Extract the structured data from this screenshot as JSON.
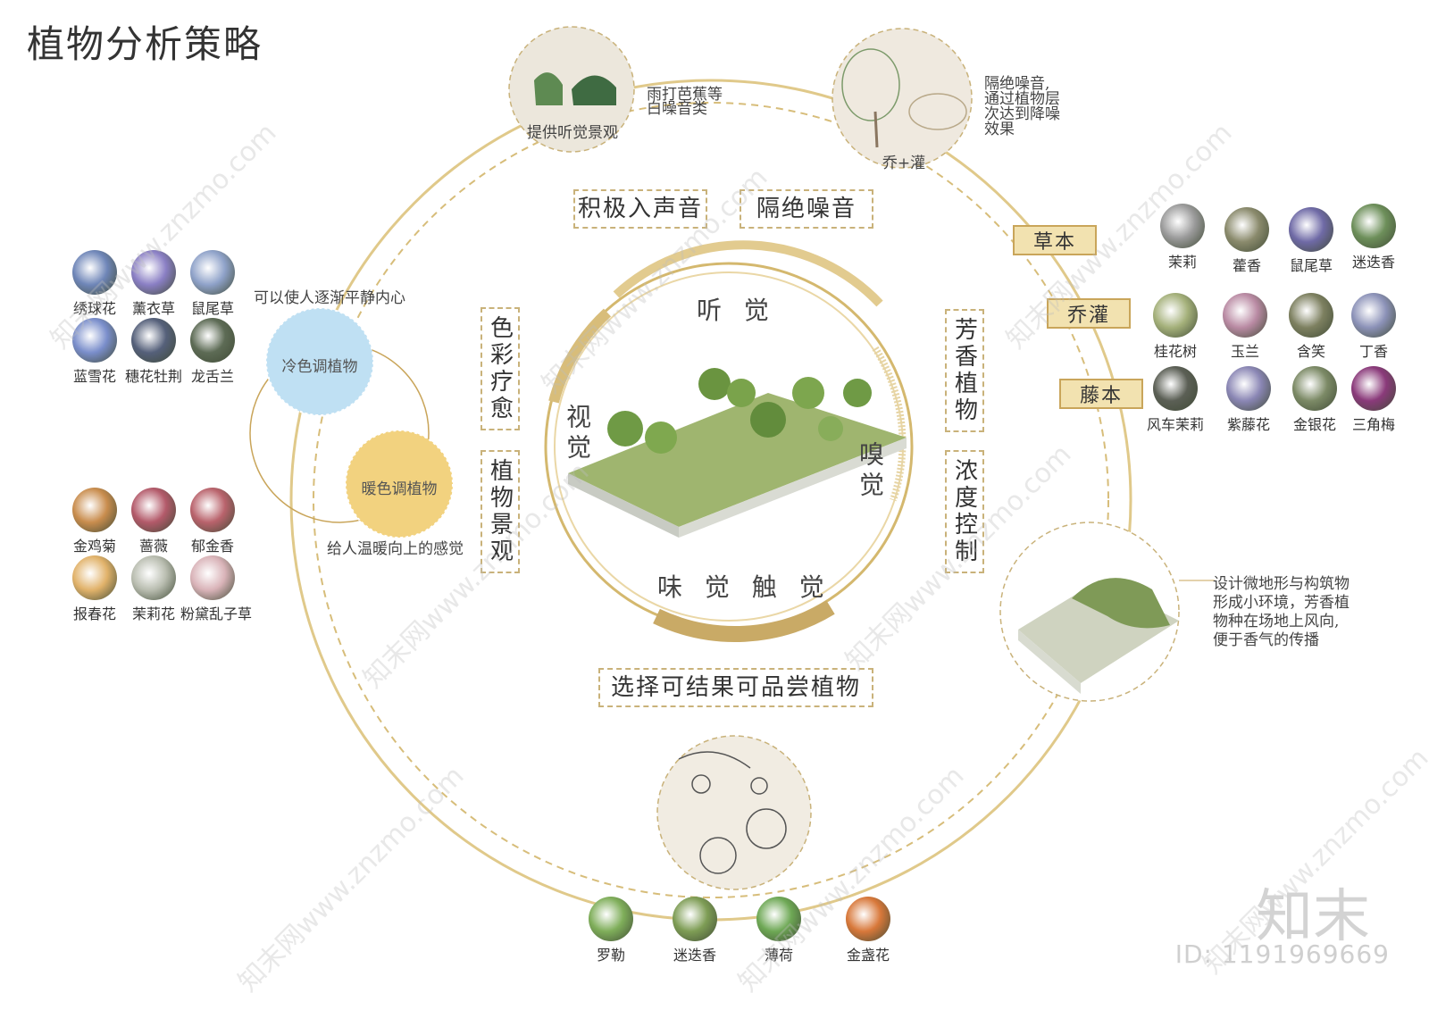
{
  "title": "植物分析策略",
  "colors": {
    "gold": "#c9a55a",
    "dash": "#c9b27a",
    "cool": "#bfe0f3",
    "warm": "#f2d27f"
  },
  "top_left_note": {
    "text_l1": "雨打芭蕉等",
    "text_l2": "白噪音类",
    "circle_label": "提供听觉景观"
  },
  "top_right_note": {
    "lines": [
      "隔绝噪音,",
      "通过植物层",
      "次达到降噪",
      "效果"
    ],
    "circle_label": "乔+灌"
  },
  "boxes": {
    "sound_in": "积极入声音",
    "noise_block": "隔绝噪音",
    "fruit": "选择可结果可品尝植物"
  },
  "vboxes": {
    "color_heal": "色彩疗愈",
    "plant_view": "植物景观",
    "fragrant": "芳香植物",
    "density": "浓度控制"
  },
  "senses": {
    "hearing": "听 觉",
    "sight": "视觉",
    "smell": "嗅觉",
    "taste_touch": "味 觉 触 觉"
  },
  "left": {
    "cool_label": "冷色调植物",
    "warm_label": "暖色调植物",
    "cool_note": "可以使人逐渐平静内心",
    "warm_note": "给人温暖向上的感觉",
    "cool_flowers": [
      {
        "name": "绣球花",
        "color": "#6f86b8"
      },
      {
        "name": "薰衣草",
        "color": "#8a7fc4"
      },
      {
        "name": "鼠尾草",
        "color": "#8fa2c9"
      },
      {
        "name": "蓝雪花",
        "color": "#7a8ecb"
      },
      {
        "name": "穗花牡荆",
        "color": "#55607a"
      },
      {
        "name": "龙舌兰",
        "color": "#5d6b55"
      }
    ],
    "warm_flowers": [
      {
        "name": "金鸡菊",
        "color": "#c98d4e"
      },
      {
        "name": "蔷薇",
        "color": "#b35a6a"
      },
      {
        "name": "郁金香",
        "color": "#b9636c"
      },
      {
        "name": "报春花",
        "color": "#e1b26a"
      },
      {
        "name": "茉莉花",
        "color": "#b9bdb0"
      },
      {
        "name": "粉黛乱子草",
        "color": "#d9b3b8"
      }
    ]
  },
  "right": {
    "tags": [
      "草本",
      "乔灌",
      "藤本"
    ],
    "herb": [
      {
        "name": "茉莉",
        "color": "#9a9a9a"
      },
      {
        "name": "藿香",
        "color": "#8a8a6c"
      },
      {
        "name": "鼠尾草",
        "color": "#6f6aa6"
      },
      {
        "name": "迷迭香",
        "color": "#6d8f5a"
      }
    ],
    "shrub": [
      {
        "name": "桂花树",
        "color": "#a4b07a"
      },
      {
        "name": "玉兰",
        "color": "#b98aa3"
      },
      {
        "name": "含笑",
        "color": "#7d8060"
      },
      {
        "name": "丁香",
        "color": "#8c92b8"
      }
    ],
    "vine": [
      {
        "name": "风车茉莉",
        "color": "#5b5f55"
      },
      {
        "name": "紫藤花",
        "color": "#8a86b4"
      },
      {
        "name": "金银花",
        "color": "#7c8a66"
      },
      {
        "name": "三角梅",
        "color": "#8a3a7a"
      }
    ],
    "micro_note": [
      "设计微地形与构筑物",
      "形成小环境，芳香植",
      "物种在场地上风向,",
      "便于香气的传播"
    ]
  },
  "bottom": [
    {
      "name": "罗勒",
      "color": "#7fae5a"
    },
    {
      "name": "迷迭香",
      "color": "#7e9d55"
    },
    {
      "name": "薄荷",
      "color": "#6ea855"
    },
    {
      "name": "金盏花",
      "color": "#d8783a"
    }
  ],
  "logo": "知末",
  "image_id": "ID: 1191969669",
  "watermark": "知末网www.znzmo.com"
}
